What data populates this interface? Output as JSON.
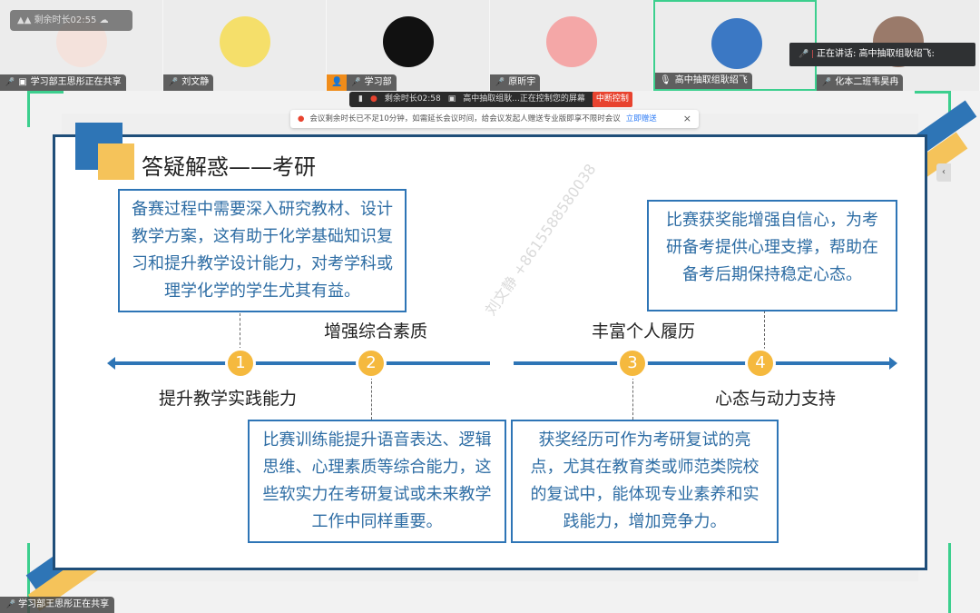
{
  "meeting": {
    "remaining_time_top": "剩余时长02:55",
    "participants": [
      {
        "name": "学习部王思彤正在共享",
        "avatar_color": "#f4e2dc",
        "sharing": true
      },
      {
        "name": "刘文静",
        "avatar_color": "#f5df6a"
      },
      {
        "name": "学习部",
        "avatar_color": "#111111",
        "host": true
      },
      {
        "name": "原昕宇",
        "avatar_color": "#f4a7a7"
      },
      {
        "name": "高中抽取组耿绍飞",
        "avatar_color": "#3b78c4",
        "active": true
      },
      {
        "name": "化本二班韦昊冉",
        "avatar_color": "#9a7a6a"
      }
    ],
    "speaking": "正在讲话:  高中抽取组耿绍飞:",
    "control_bar": {
      "remaining": "剩余时长02:58",
      "controller": "高中抽取组耿...正在控制您的屏幕",
      "stop_label": "中断控制"
    },
    "notice": {
      "text": "会议剩余时长已不足10分钟，如需延长会议时间，给会议发起人赠送专业版即享不限时会议",
      "link": "立即赠送",
      "close": "×"
    },
    "bottom_status": "学习部王思彤正在共享",
    "collapse": "‹"
  },
  "slide": {
    "title": "答疑解惑——考研",
    "watermark": "刘文静 +8615588580038",
    "points": [
      {
        "num": "1",
        "label": "提升教学实践能力",
        "detail": "备赛过程中需要深入研究教材、设计教学方案，这有助于化学基础知识复习和提升教学设计能力，对考学科或理学化学的学生尤其有益。"
      },
      {
        "num": "2",
        "label": "增强综合素质",
        "detail": "比赛训练能提升语音表达、逻辑思维、心理素质等综合能力，这些软实力在考研复试或未来教学工作中同样重要。"
      },
      {
        "num": "3",
        "label": "丰富个人履历",
        "detail": "获奖经历可作为考研复试的亮点，尤其在教育类或师范类院校的复试中，能体现专业素养和实践能力，增加竞争力。"
      },
      {
        "num": "4",
        "label": "心态与动力支持",
        "detail": "比赛获奖能增强自信心，为考研备考提供心理支撑，帮助在备考后期保持稳定心态。"
      }
    ]
  }
}
